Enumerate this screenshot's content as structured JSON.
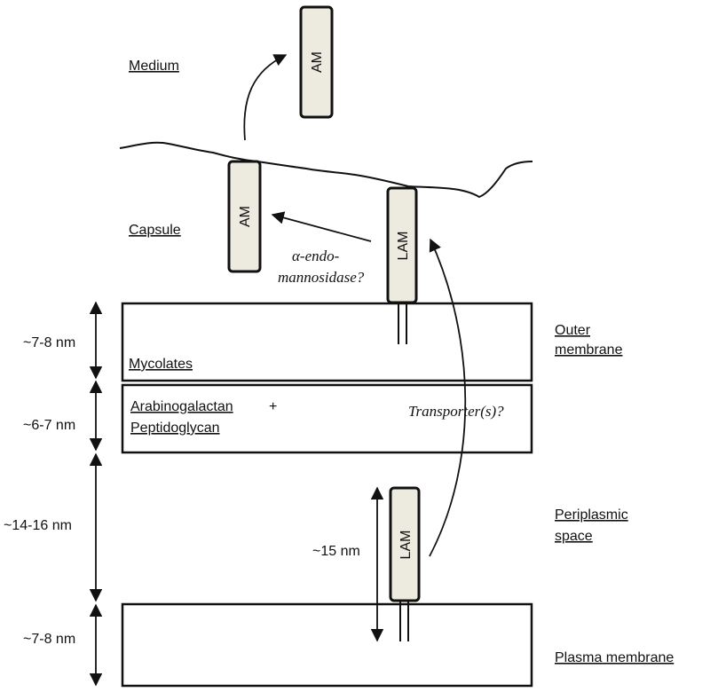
{
  "regions": {
    "medium": "Medium",
    "capsule": "Capsule",
    "outer_membrane_1": "Outer",
    "outer_membrane_2": "membrane",
    "periplasm_1": "Periplasmic",
    "periplasm_2": "space",
    "plasma_membrane": "Plasma membrane"
  },
  "layers": {
    "mycolates": "Mycolates",
    "arabinogalactan": "Arabinogalactan",
    "plus": "+",
    "peptidoglycan": "Peptidoglycan"
  },
  "molecules": {
    "am": "AM",
    "lam": "LAM"
  },
  "annotations": {
    "enzyme_1": "α-endo-",
    "enzyme_2": "mannosidase?",
    "transporter": "Transporter(s)?",
    "lam_length": "~15 nm"
  },
  "dimensions": {
    "outer_membrane": "~7-8 nm",
    "arabinogalactan": "~6-7 nm",
    "periplasm": "~14-16 nm",
    "plasma_membrane": "~7-8 nm"
  },
  "colors": {
    "molecule_fill": "#EDEAE0",
    "stroke": "#111111"
  }
}
